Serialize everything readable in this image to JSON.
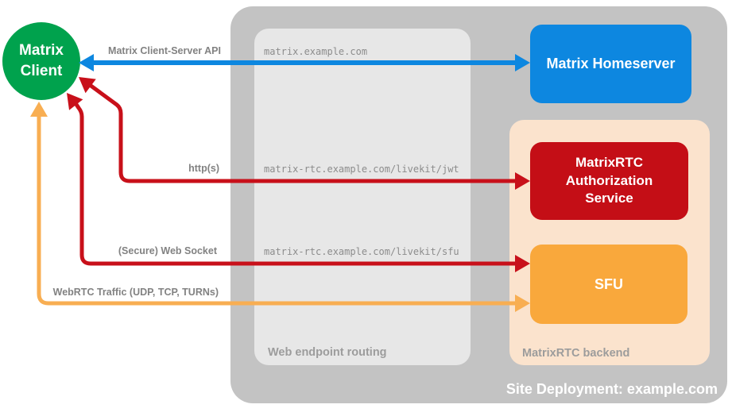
{
  "deployment": {
    "title": "Site Deployment: example.com"
  },
  "client": {
    "label": "Matrix\nClient",
    "color": "#00A24D"
  },
  "zones": {
    "web_endpoint_routing": {
      "caption": "Web endpoint routing"
    },
    "matrixrtc_backend": {
      "caption": "MatrixRTC backend"
    }
  },
  "nodes": {
    "homeserver": {
      "label": "Matrix Homeserver",
      "color": "#0D87E0"
    },
    "auth_service": {
      "label": "MatrixRTC Authorization Service",
      "color": "#C40E16"
    },
    "sfu": {
      "label": "SFU",
      "color": "#F9A83C"
    }
  },
  "connections": [
    {
      "protocol": "Matrix Client-Server API",
      "endpoint": "matrix.example.com",
      "from": "Matrix Client",
      "to": "Matrix Homeserver",
      "color": "#0D87E0",
      "direction": "bidirectional"
    },
    {
      "protocol": "http(s)",
      "endpoint": "matrix-rtc.example.com/livekit/jwt",
      "from": "Matrix Client",
      "to": "MatrixRTC Authorization Service",
      "color": "#C8101A",
      "direction": "bidirectional"
    },
    {
      "protocol": "(Secure) Web Socket",
      "endpoint": "matrix-rtc.example.com/livekit/sfu",
      "from": "Matrix Client",
      "to": "SFU",
      "color": "#C8101A",
      "direction": "bidirectional"
    },
    {
      "protocol": "WebRTC Traffic (UDP, TCP, TURNs)",
      "endpoint": "",
      "from": "Matrix Client",
      "to": "SFU",
      "color": "#F8AE52",
      "direction": "bidirectional"
    }
  ]
}
